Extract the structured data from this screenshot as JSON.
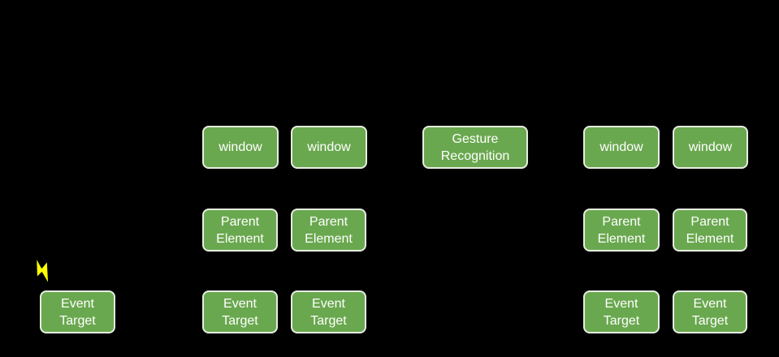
{
  "palette": {
    "canvas_bg": "#000000",
    "box_fill": "#6aa84f",
    "box_border": "#e7ede2",
    "box_text": "#ffffff",
    "bolt_fill": "#ffff00",
    "bolt_outline": "#000000"
  },
  "diagram": {
    "description": "Event propagation / gesture recognition diagram nodes",
    "bolt": {
      "meaning": "input-event lightning bolt"
    },
    "boxes": [
      {
        "label": "window"
      },
      {
        "label": "window"
      },
      {
        "label": "Gesture\nRecognition"
      },
      {
        "label": "window"
      },
      {
        "label": "window"
      },
      {
        "label": "Parent\nElement"
      },
      {
        "label": "Parent\nElement"
      },
      {
        "label": "Parent\nElement"
      },
      {
        "label": "Parent\nElement"
      },
      {
        "label": "Event\nTarget"
      },
      {
        "label": "Event\nTarget"
      },
      {
        "label": "Event\nTarget"
      },
      {
        "label": "Event\nTarget"
      },
      {
        "label": "Event\nTarget"
      }
    ]
  }
}
